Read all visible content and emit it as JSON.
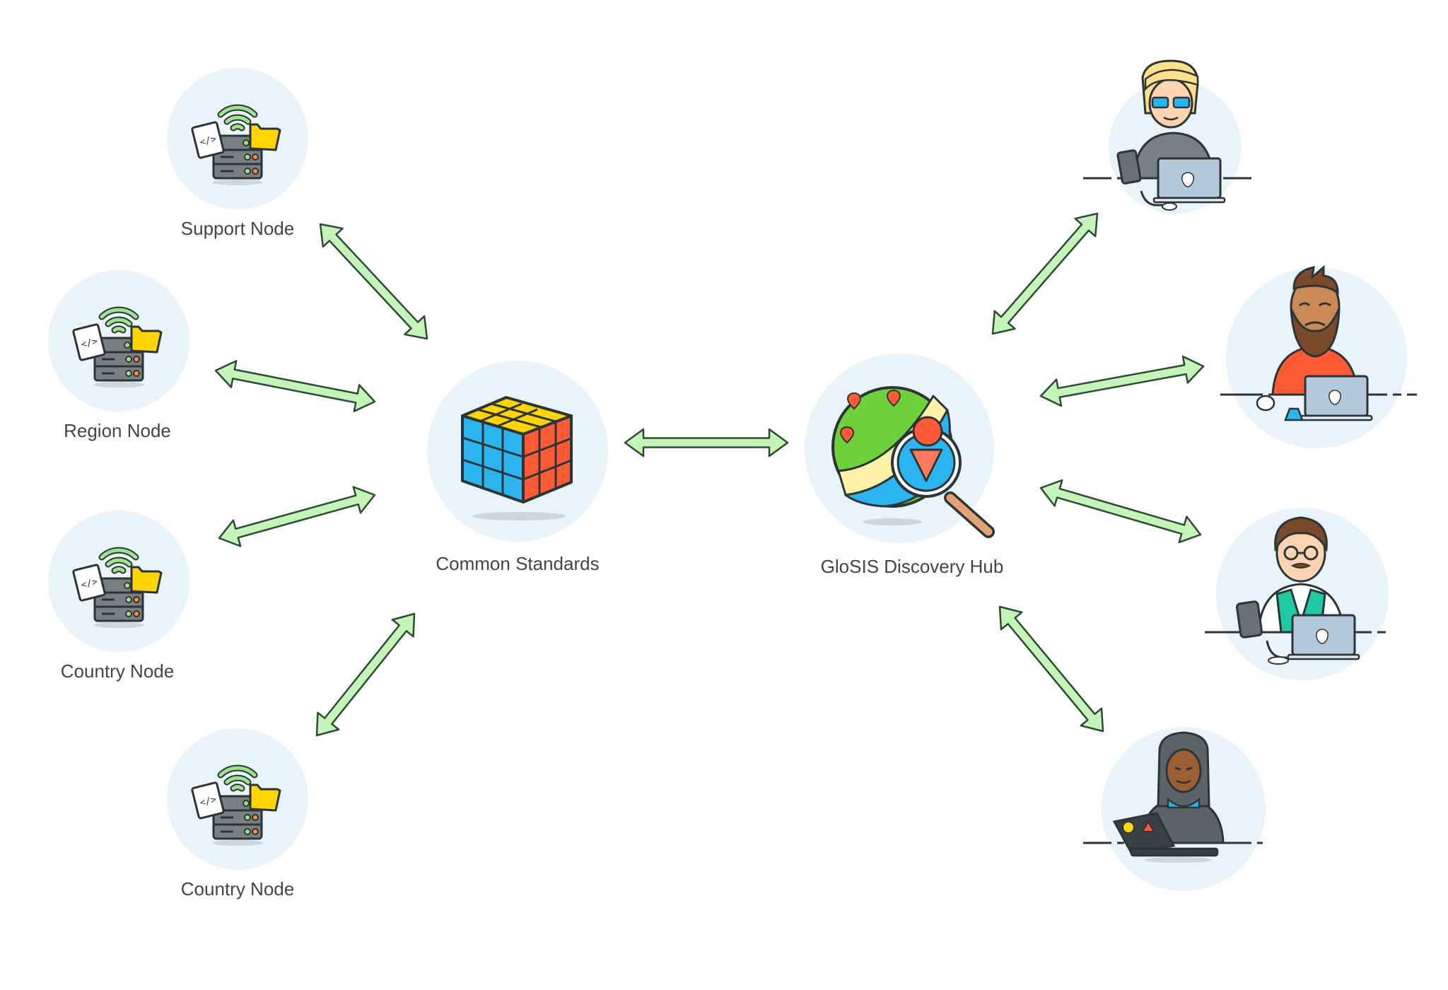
{
  "diagram": {
    "left_nodes": [
      {
        "label": "Support Node",
        "icon": "server-icon"
      },
      {
        "label": "Region Node",
        "icon": "server-icon"
      },
      {
        "label": "Country Node",
        "icon": "server-icon"
      },
      {
        "label": "Country Node",
        "icon": "server-icon"
      }
    ],
    "center": {
      "label": "Common Standards",
      "icon": "rubiks-cube-icon"
    },
    "hub": {
      "label": "GloSIS Discovery Hub",
      "icon": "globe-search-icon"
    },
    "users": [
      {
        "icon": "user-woman-laptop-icon"
      },
      {
        "icon": "user-bearded-man-laptop-icon"
      },
      {
        "icon": "user-man-glasses-laptop-icon"
      },
      {
        "icon": "user-hooded-laptop-icon"
      }
    ],
    "colors": {
      "circle": "#e8f3fa",
      "arrow_fill": "#c4f4b8",
      "arrow_stroke": "#2e4a35",
      "label": "#444444"
    }
  }
}
